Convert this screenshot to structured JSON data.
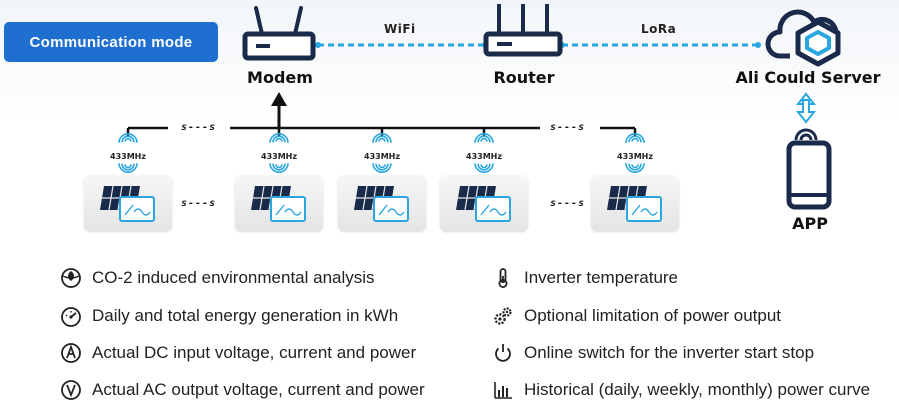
{
  "header": {
    "mode_label": "Communication mode"
  },
  "nodes": {
    "modem": "Modem",
    "router": "Router",
    "server": "Ali Could Server",
    "app": "APP"
  },
  "links": {
    "wifi": "WiFi",
    "lora": "LoRa"
  },
  "inverter_frequency": "433MHz",
  "gap_marker": "s---s",
  "features_left": [
    {
      "icon": "leaf-globe-icon",
      "text": "CO-2 induced environmental analysis"
    },
    {
      "icon": "gauge-icon",
      "text": "Daily and total energy generation in kWh"
    },
    {
      "icon": "dc-ampere-icon",
      "text": "Actual DC input voltage, current and power"
    },
    {
      "icon": "ac-voltage-icon",
      "text": "Actual AC output voltage, current and power"
    }
  ],
  "features_right": [
    {
      "icon": "thermometer-icon",
      "text": "Inverter temperature"
    },
    {
      "icon": "gears-icon",
      "text": "Optional limitation of power output"
    },
    {
      "icon": "power-icon",
      "text": "Online switch for the inverter start stop"
    },
    {
      "icon": "bar-chart-icon",
      "text": "Historical (daily, weekly, monthly) power curve"
    }
  ],
  "colors": {
    "accent": "#1e6fd0",
    "link_dash": "#2aa7e0",
    "icon_dark": "#1a2a4a"
  }
}
